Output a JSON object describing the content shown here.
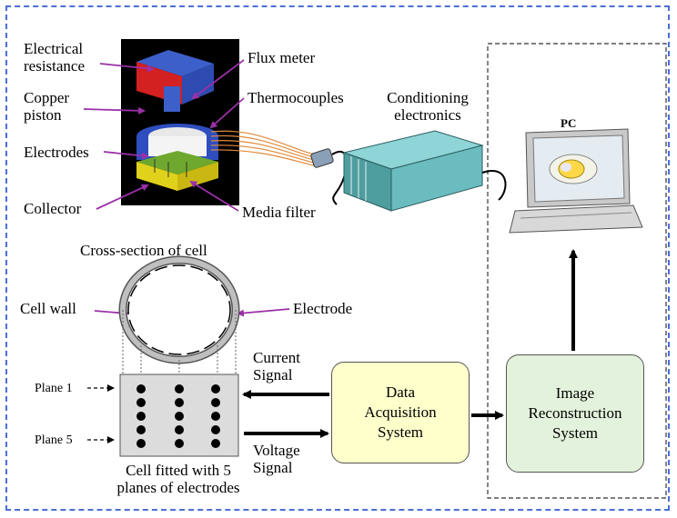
{
  "cell_labels": {
    "electrical_resistance": "Electrical\nresistance",
    "copper_piston": "Copper\npiston",
    "electrodes": "Electrodes",
    "collector": "Collector",
    "flux_meter": "Flux meter",
    "thermocouples": "Thermocouples",
    "media_filter": "Media filter"
  },
  "conditioning": "Conditioning\nelectronics",
  "pc": "PC",
  "cross_section": {
    "title": "Cross-section of cell",
    "cell_wall": "Cell wall",
    "electrode": "Electrode"
  },
  "planes": {
    "plane1": "Plane 1",
    "plane5": "Plane 5",
    "caption": "Cell fitted with 5\nplanes of electrodes"
  },
  "signals": {
    "current": "Current\nSignal",
    "voltage": "Voltage\nSignal"
  },
  "blocks": {
    "daq": "Data\nAcquisition\nSystem",
    "irs": "Image\nReconstruction\nSystem"
  },
  "colors": {
    "frame": "#4a6fd6",
    "daq_fill": "#ffffcc",
    "irs_fill": "#e3f2dc",
    "label_arrow": "#9b30a8",
    "device_fill": "#4e9ea0"
  }
}
